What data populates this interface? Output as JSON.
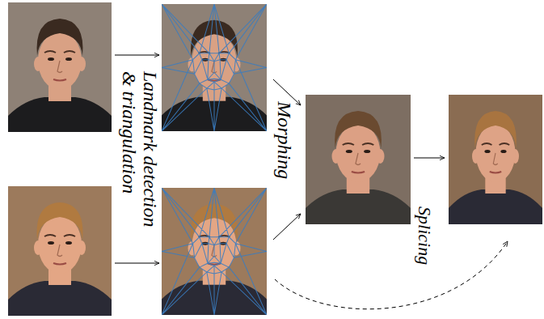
{
  "diagram": {
    "labels": [
      "Landmark detection & triangulation",
      "Morphing",
      "Splicing"
    ]
  }
}
